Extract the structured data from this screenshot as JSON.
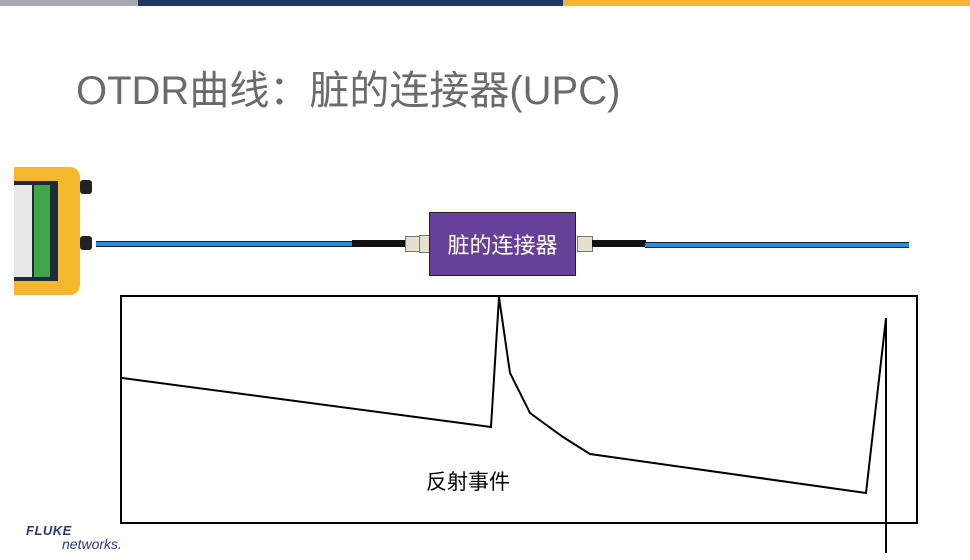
{
  "slide": {
    "title": "OTDR曲线：脏的连接器(UPC)",
    "connector_label": "脏的连接器",
    "event_label": "反射事件",
    "colors": {
      "top_bar": [
        "#a7a9ac",
        "#1f3864",
        "#f5b731"
      ],
      "connector_box": "#674199",
      "fiber": "#2a8de0",
      "title": "#6b6b6b"
    }
  },
  "logo": {
    "line1": "FLUKE",
    "line2": "networks."
  },
  "icons": {
    "device": "otdr-tester-device"
  }
}
